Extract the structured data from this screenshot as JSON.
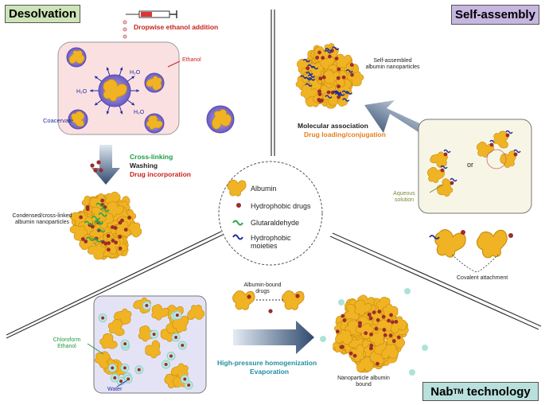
{
  "titles": {
    "desolvation": "Desolvation",
    "self_assembly": "Self-assembly",
    "nab": "Nab",
    "nab_sup": "TM",
    "nab_tail": " technology"
  },
  "desolvation": {
    "dropwise": "Dropwise ethanol addition",
    "ethanol": "Ethanol",
    "coacervate": "Coacervate",
    "water": "H₂O",
    "steps": [
      "Cross-linking",
      "Washing",
      "Drug incorporation"
    ],
    "product_line1": "Condensed/cross-linked",
    "product_line2": "albumin nanoparticles"
  },
  "self_assembly": {
    "product_line1": "Self-assembled",
    "product_line2": "albumin nanoparticles",
    "molecular_association": "Molecular association",
    "drug_loading": "Drug loading/conjugation",
    "or": "or",
    "aqueous_line1": "Aqueous",
    "aqueous_line2": "solution",
    "covalent": "Covalent attachment"
  },
  "legend": {
    "items": [
      "Albumin",
      "Hydrophobic drugs",
      "Glutaraldehyde",
      "Hydrophobic moieties"
    ]
  },
  "nab": {
    "albumin_bound_line1": "Albumin-bound",
    "albumin_bound_line2": "drugs",
    "chloroform": "Chloroform",
    "ethanol": "Ethanol",
    "water": "Water",
    "hph": "High-pressure homogenization",
    "evaporation": "Evaporation",
    "product_line1": "Nanoparticle albumin",
    "product_line2": "bound"
  },
  "colors": {
    "albumin": "#f0b323",
    "drug": "#9b2d2d",
    "glutaraldehyde": "#2aa84a",
    "moiety": "#1f2f9e",
    "desolvation_bg": "#cde3b8",
    "self_assembly_bg": "#c6b6e0",
    "nab_bg": "#b9e0dc",
    "red_text": "#c8241d",
    "green_text": "#1e9c43",
    "orange_text": "#e87d1e",
    "teal_text": "#1f8fa0"
  }
}
